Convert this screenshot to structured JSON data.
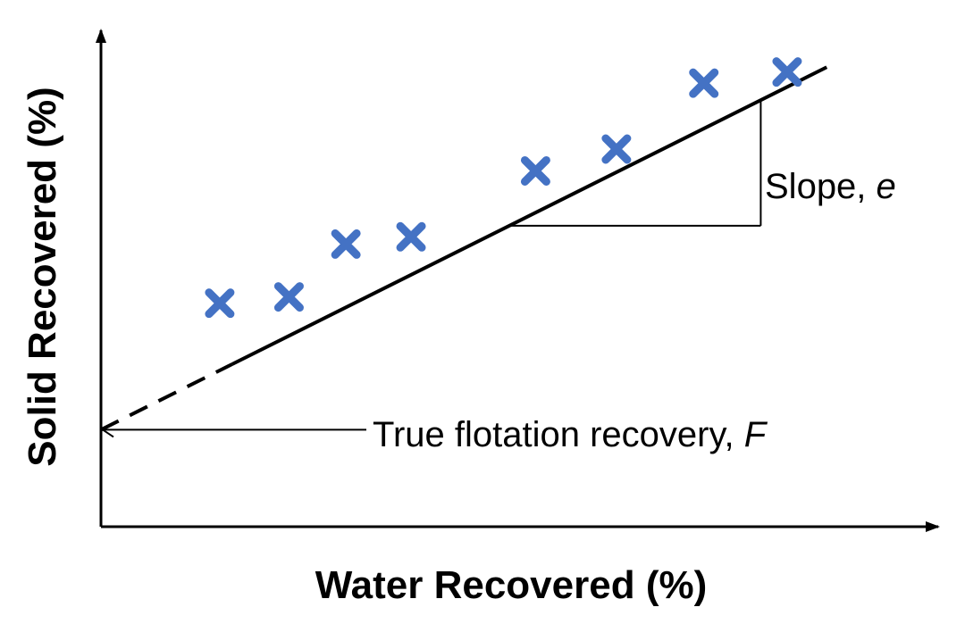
{
  "chart_data": {
    "type": "scatter",
    "xlabel": "Water Recovered (%)",
    "ylabel": "Solid Recovered (%)",
    "points": [
      {
        "x": 14.4,
        "y": 46.1
      },
      {
        "x": 22.8,
        "y": 47.4
      },
      {
        "x": 29.7,
        "y": 58.3
      },
      {
        "x": 37.6,
        "y": 59.8
      },
      {
        "x": 52.7,
        "y": 73.4
      },
      {
        "x": 62.5,
        "y": 77.9
      },
      {
        "x": 73.1,
        "y": 91.5
      },
      {
        "x": 83.2,
        "y": 93.8
      }
    ],
    "fit_line": {
      "intercept": 20.0,
      "slope": 0.85,
      "x_start": 0,
      "x_dashed_end": 15.9,
      "x_end": 88.0
    },
    "slope_annotation": {
      "x_start": 49.5,
      "x_end": 80.0,
      "label_text": "Slope, ",
      "label_symbol": "e"
    },
    "intercept_annotation": {
      "label_text": "True flotation recovery, ",
      "label_symbol": "F"
    },
    "marker_color": "#4472C4",
    "line_color": "#000000",
    "xlim": [
      0,
      100
    ],
    "ylim": [
      0,
      100
    ],
    "grid": false
  }
}
